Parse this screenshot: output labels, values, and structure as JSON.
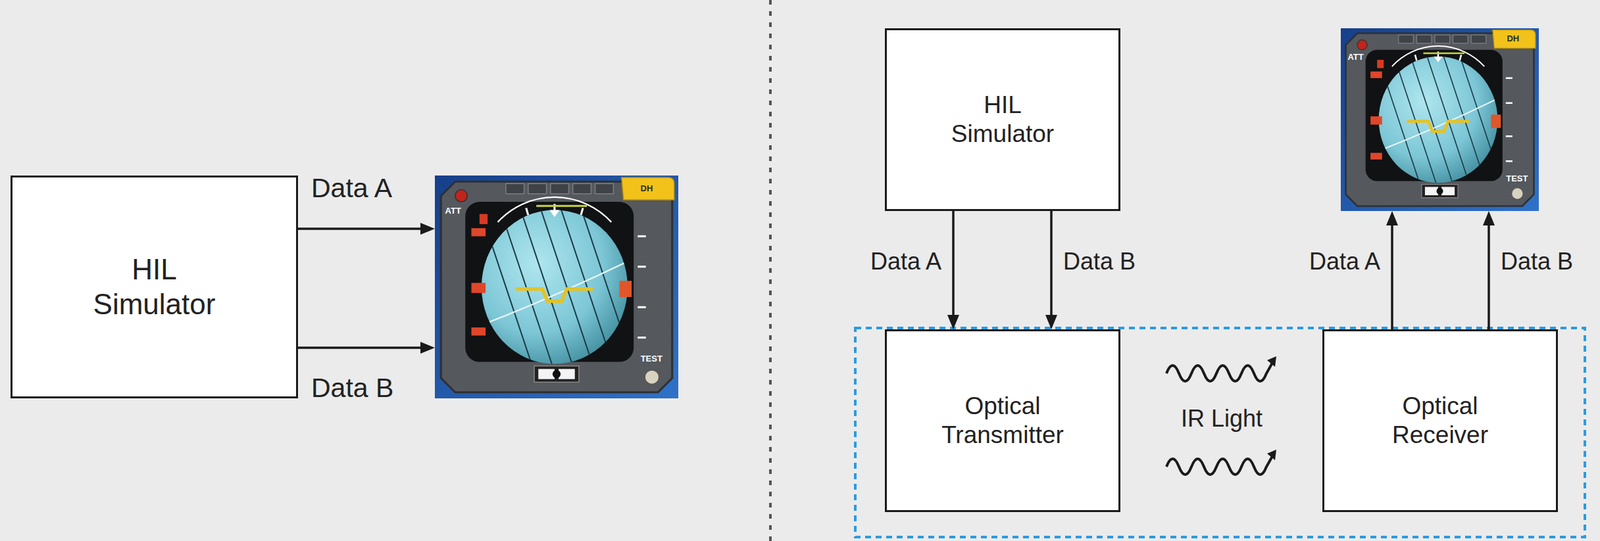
{
  "diagram": {
    "nodes": [
      {
        "text": [
          "HIL Simulator"
        ]
      },
      {
        "text": [
          "ATT",
          "DH",
          "TEST"
        ]
      },
      {
        "text": [
          "HIL Simulator"
        ]
      },
      {
        "text": [
          "ATT",
          "DH",
          "TEST"
        ]
      },
      {
        "text": [
          "Optical Transmitter"
        ]
      },
      {
        "text": [
          "Optical Receiver"
        ]
      }
    ],
    "edges": [
      {
        "from": 0,
        "to": 1,
        "arrow": "to",
        "label": "Data A"
      },
      {
        "from": 0,
        "to": 1,
        "arrow": "to",
        "label": "Data B"
      },
      {
        "from": 2,
        "to": 4,
        "arrow": "to",
        "label": "Data A"
      },
      {
        "from": 2,
        "to": 4,
        "arrow": "to",
        "label": "Data B"
      },
      {
        "from": 5,
        "to": 3,
        "arrow": "to",
        "label": "Data A"
      },
      {
        "from": 5,
        "to": 3,
        "arrow": "to",
        "label": "Data B"
      }
    ],
    "labels": [
      "IR Light"
    ]
  }
}
